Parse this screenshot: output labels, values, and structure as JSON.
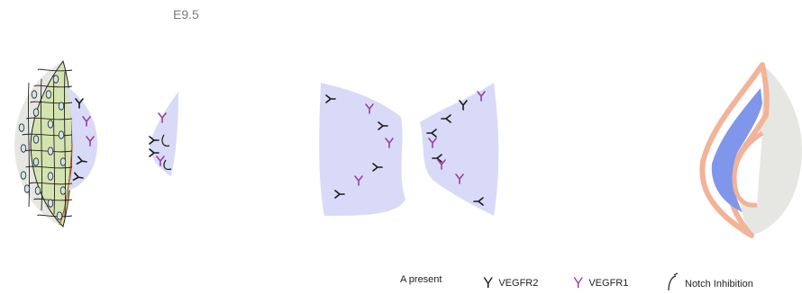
{
  "stage_label": "E9.5",
  "legend": {
    "present": "A present",
    "vegfr2": {
      "symbol": "Y",
      "label": "VEGFR2",
      "color": "#1a1a1a"
    },
    "vegfr1": {
      "symbol": "Y",
      "label": "VEGFR1",
      "color": "#9b3fa0"
    },
    "notch": {
      "label": "Notch Inhibition"
    }
  },
  "colors": {
    "mesenchyme": "#d9daf7",
    "epithelium": "#d4e4b0",
    "grey_tissue": "#e6e6e2",
    "lumen_blue": "#7f96ea",
    "lining_salmon": "#f2b398",
    "nucleus": "#cfe3ea",
    "receptor_vegfr2": "#1a1a1a",
    "receptor_vegfr1": "#9b3fa0"
  }
}
